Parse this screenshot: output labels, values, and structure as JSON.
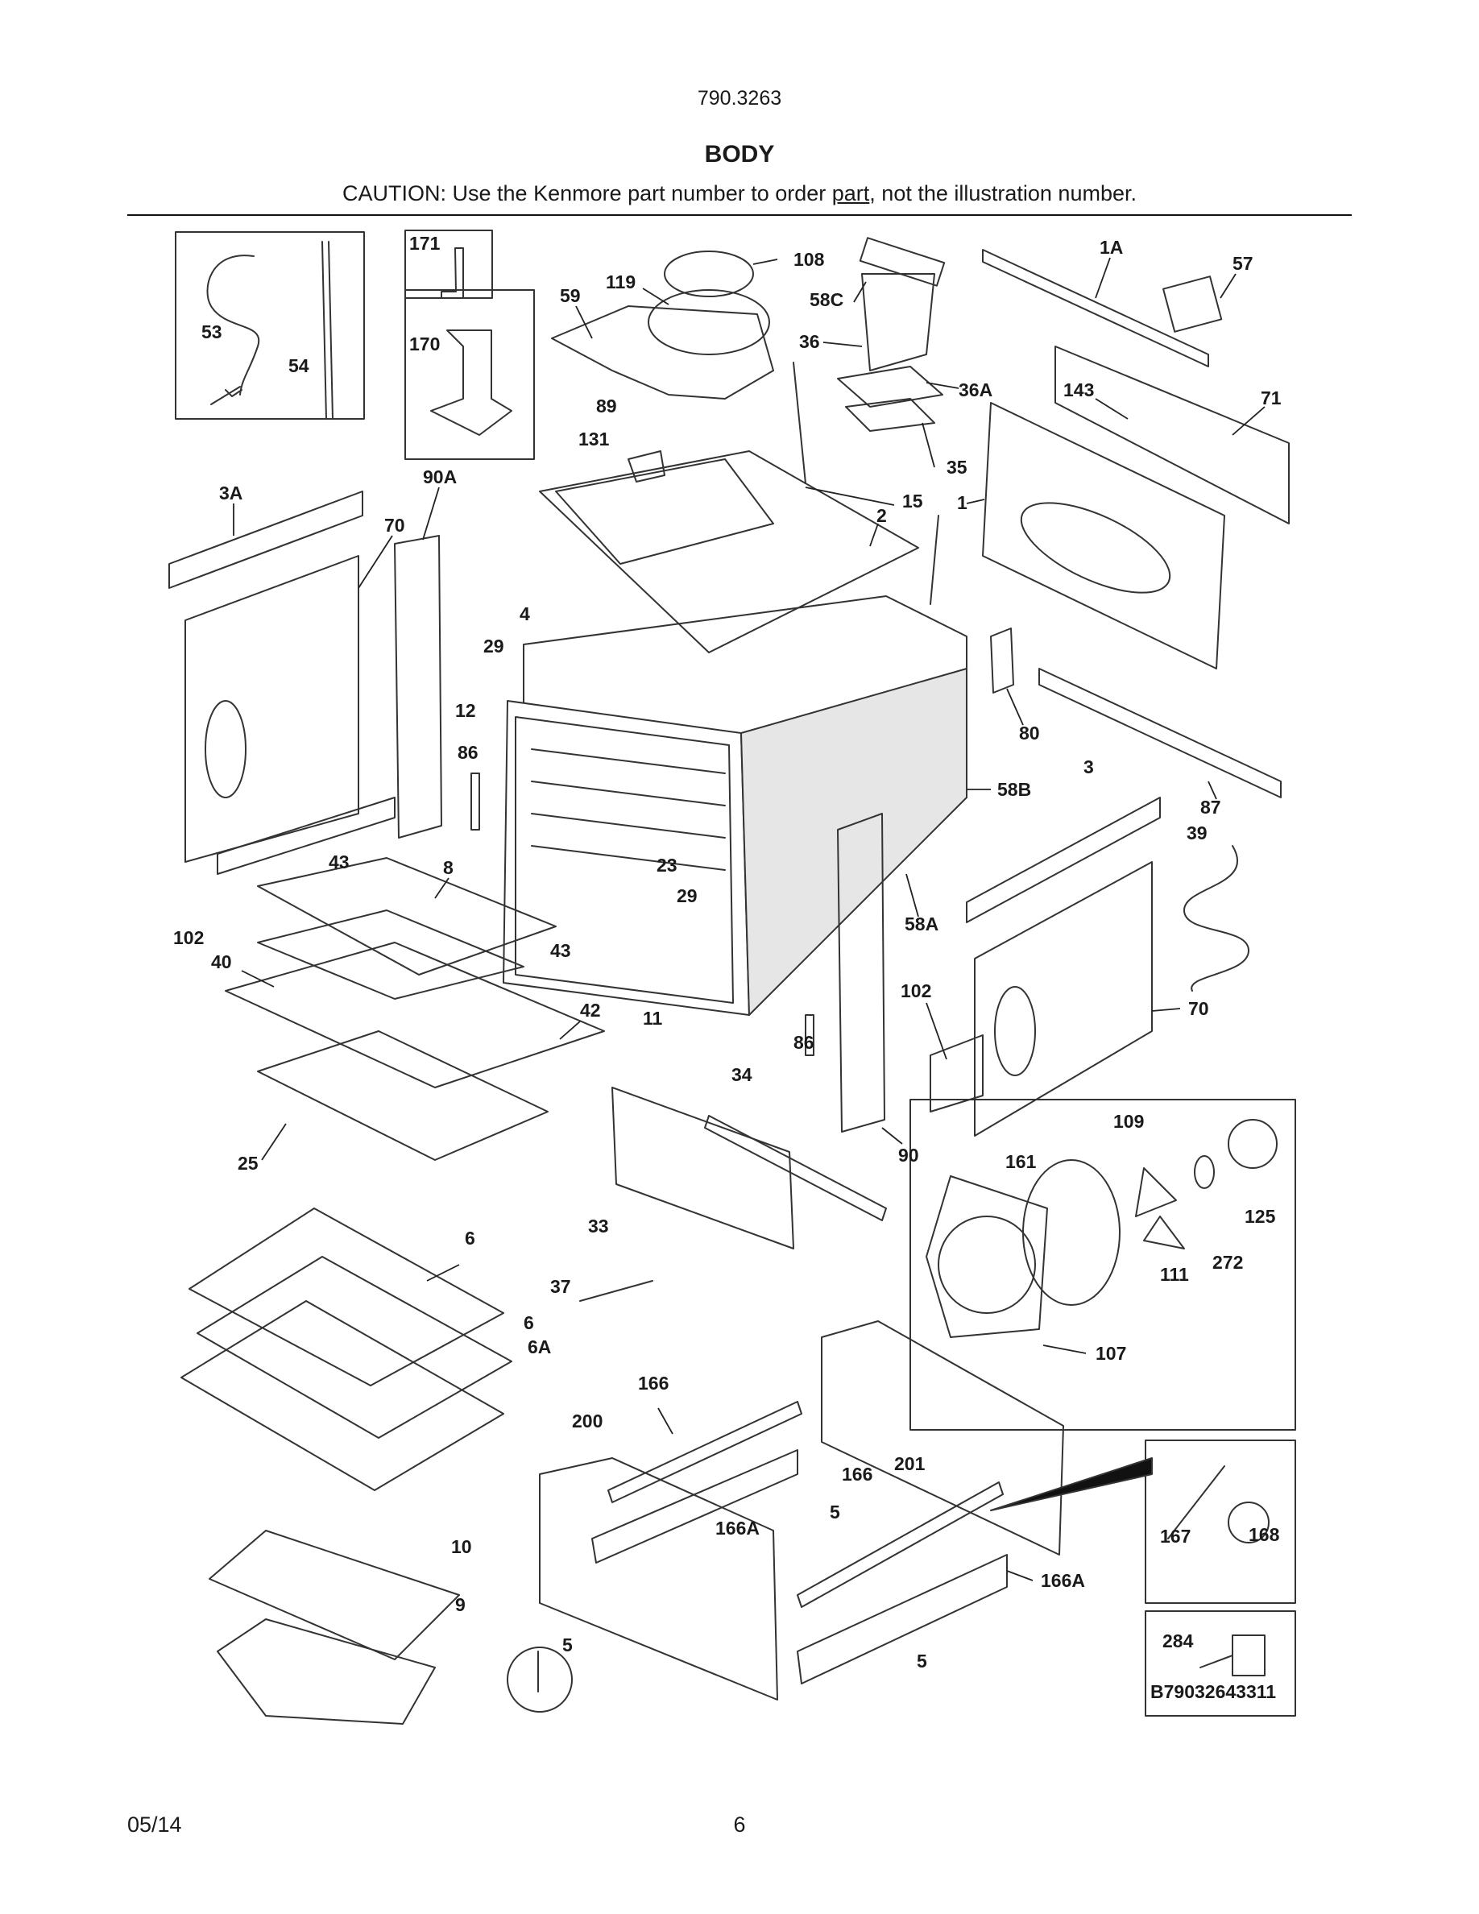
{
  "header": {
    "model": "790.3263",
    "title": "BODY",
    "caution_pre": "CAUTION: Use the Kenmore part number to order ",
    "caution_link": "part",
    "caution_post": ", not the illustration number."
  },
  "diagram": {
    "figure_id": "B79032643311",
    "labels": {
      "p108": "108",
      "p119": "119",
      "p59": "59",
      "p58C": "58C",
      "p36": "36",
      "p36A": "36A",
      "p35": "35",
      "p89": "89",
      "p131": "131",
      "p15": "15",
      "p2": "2",
      "p1": "1",
      "p1A": "1A",
      "p57": "57",
      "p143": "143",
      "p71": "71",
      "p53": "53",
      "p54": "54",
      "p171": "171",
      "p170": "170",
      "p3A": "3A",
      "p90A": "90A",
      "p70a": "70",
      "p4": "4",
      "p29a": "29",
      "p12": "12",
      "p86a": "86",
      "p43a": "43",
      "p8": "8",
      "p102a": "102",
      "p40": "40",
      "p23": "23",
      "p29b": "29",
      "p43b": "43",
      "p42": "42",
      "p11": "11",
      "p86b": "86",
      "p25": "25",
      "p80": "80",
      "p3": "3",
      "p58B": "58B",
      "p87": "87",
      "p39": "39",
      "p58A": "58A",
      "p102b": "102",
      "p70b": "70",
      "p34": "34",
      "p90": "90",
      "p33": "33",
      "p109": "109",
      "p161": "161",
      "p125": "125",
      "p272": "272",
      "p111": "111",
      "p107": "107",
      "p6a": "6",
      "p6b": "6",
      "p6A": "6A",
      "p37": "37",
      "p166a": "166",
      "p200": "200",
      "p201": "201",
      "p166b": "166",
      "p5a": "5",
      "p166A1": "166A",
      "p166A2": "166A",
      "p167": "167",
      "p168": "168",
      "p284": "284",
      "p10": "10",
      "p9": "9",
      "p5b": "5",
      "p5c": "5"
    }
  },
  "footer": {
    "date": "05/14",
    "page": "6"
  }
}
